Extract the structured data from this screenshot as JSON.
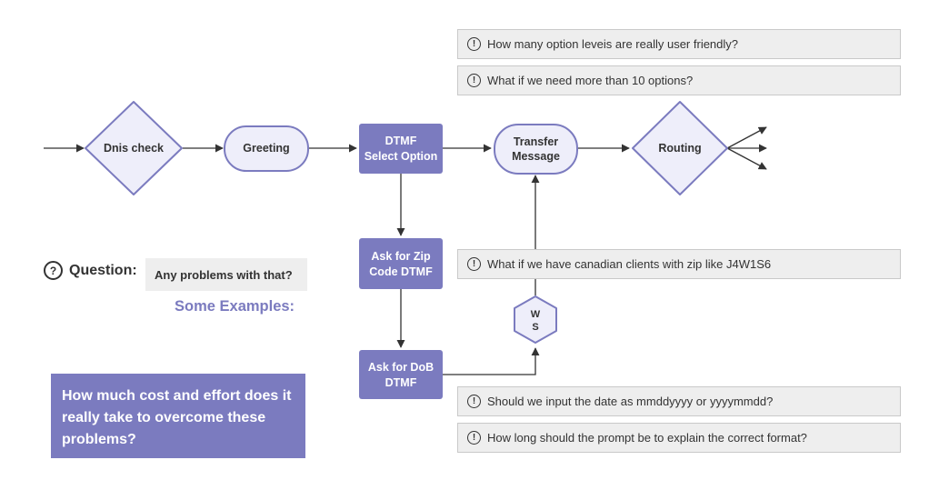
{
  "colors": {
    "accent": "#7b7bbf",
    "node_fill_light": "#eeeefa",
    "note_bg": "#eeeeee",
    "line": "#333333"
  },
  "nodes": {
    "dnis_check": "Dnis check",
    "greeting": "Greeting",
    "dtmf_select_line1": "DTMF",
    "dtmf_select_line2": "Select Option",
    "transfer_line1": "Transfer",
    "transfer_line2": "Message",
    "routing": "Routing",
    "zip_line1": "Ask for Zip",
    "zip_line2": "Code DTMF",
    "dob_line1": "Ask for DoB",
    "dob_line2": "DTMF",
    "ws_line1": "W",
    "ws_line2": "S"
  },
  "notes": {
    "option_levels": "How many option leveis are really user friendly?",
    "more_options": "What if we need more than 10 options?",
    "canadian_zip": "What if we have canadian clients with zip like J4W1S6",
    "date_format": "Should we input the date as mmddyyyy or yyyymmdd?",
    "prompt_length": "How long should the prompt be to explain the correct format?",
    "icon": "!"
  },
  "question": {
    "icon": "?",
    "label": "Question:",
    "text": "Any problems with that?"
  },
  "examples_label": "Some Examples:",
  "cost_text": "How much cost and effort does it really take to overcome these problems?"
}
